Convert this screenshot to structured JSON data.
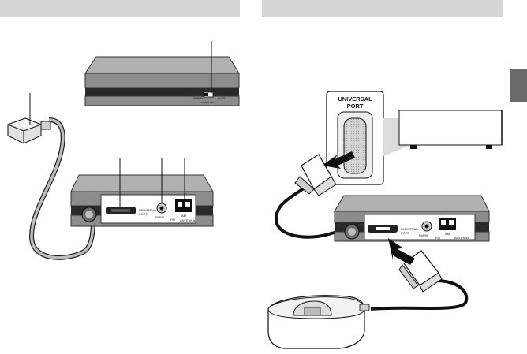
{
  "left_panel": {
    "device_labels": {
      "power_switch_left": "TUNER",
      "power_switch_right": "AUTO",
      "power_switch_sub": "TUNER ON",
      "port": "UNIVERSAL PORT",
      "port_line1": "UNIVERSAL",
      "port_line2": "PORT",
      "remote": "RI/FM",
      "fm": "FM",
      "am": "AM",
      "antenna": "ANTENNA"
    }
  },
  "right_panel": {
    "callout_line1": "UNIVERSAL",
    "callout_line2": "PORT",
    "device_labels": {
      "port_line1": "UNIVERSAL",
      "port_line2": "PORT",
      "remote": "RI/FM",
      "fm": "FM",
      "am": "AM",
      "antenna": "ANTENNA"
    }
  },
  "colors": {
    "header_bar": "#d6d6d6",
    "device_body": "#8a8a8a",
    "device_top": "#a6a6a6",
    "stripe": "#2a2a2a",
    "side_tab": "#6a6a6a"
  }
}
